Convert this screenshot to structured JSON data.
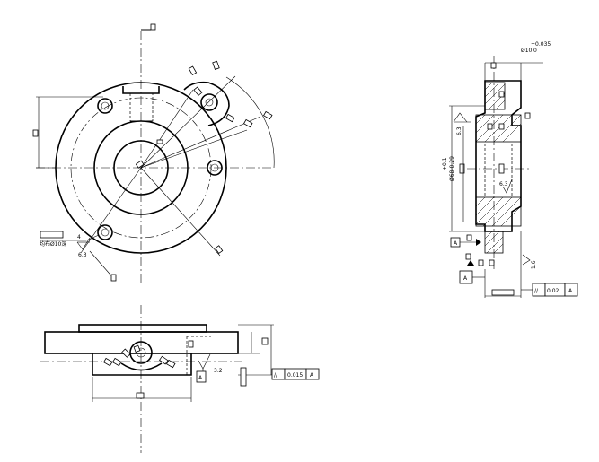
{
  "front_view": {
    "note_hole_count": "4",
    "note_text": "均布Ø10深",
    "roughness_left": "6.3"
  },
  "section_view": {
    "tolerance_top": "+0.035",
    "tolerance_top_base": "0",
    "diameter_top": "Ø10",
    "outer_dim": "+0.1",
    "outer_dim_base": "Ø68-0.29",
    "roughness_left": "6.3",
    "roughness_inner": "6.3",
    "roughness_right": "1.6",
    "datum_a": "A",
    "datum_a2": "A",
    "parallel_symbol": "//",
    "parallel_value": "0.02",
    "parallel_datum": "A"
  },
  "bottom_view": {
    "roughness_value": "3.2",
    "datum_label": "A",
    "parallel_symbol": "//",
    "parallel_value": "0.015",
    "parallel_datum": "A"
  }
}
